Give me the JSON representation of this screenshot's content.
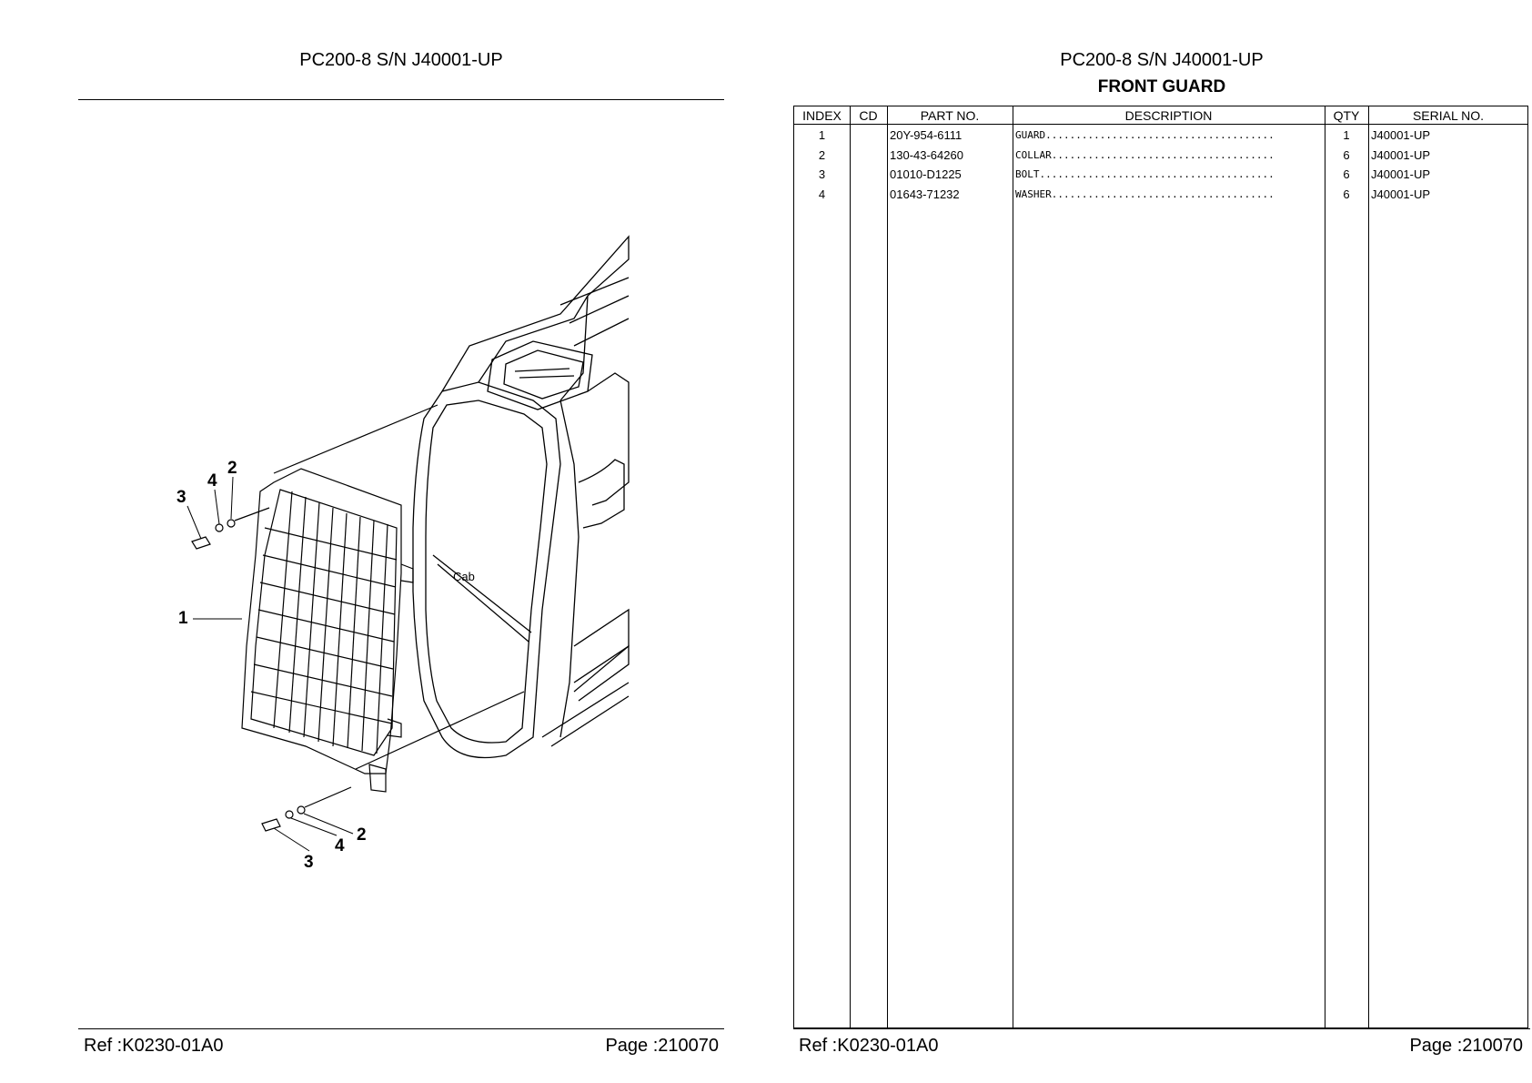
{
  "header": {
    "title": "PC200-8 S/N J40001-UP",
    "subtitle": "FRONT GUARD"
  },
  "table": {
    "columns": [
      "INDEX",
      "CD",
      "PART NO.",
      "DESCRIPTION",
      "QTY",
      "SERIAL NO."
    ],
    "rows": [
      {
        "index": "1",
        "cd": "",
        "part_no": "20Y-954-6111",
        "description": "GUARD......................................",
        "qty": "1",
        "serial": "J40001-UP"
      },
      {
        "index": "2",
        "cd": "",
        "part_no": "130-43-64260",
        "description": "COLLAR.....................................",
        "qty": "6",
        "serial": "J40001-UP"
      },
      {
        "index": "3",
        "cd": "",
        "part_no": "01010-D1225",
        "description": "BOLT.......................................",
        "qty": "6",
        "serial": "J40001-UP"
      },
      {
        "index": "4",
        "cd": "",
        "part_no": "01643-71232",
        "description": "WASHER.....................................",
        "qty": "6",
        "serial": "J40001-UP"
      }
    ]
  },
  "diagram": {
    "callouts": [
      "1",
      "2",
      "3",
      "4",
      "2",
      "3",
      "4"
    ],
    "cab_label": "Cab"
  },
  "footer": {
    "ref": "Ref :K0230-01A0",
    "page": "Page :210070"
  }
}
